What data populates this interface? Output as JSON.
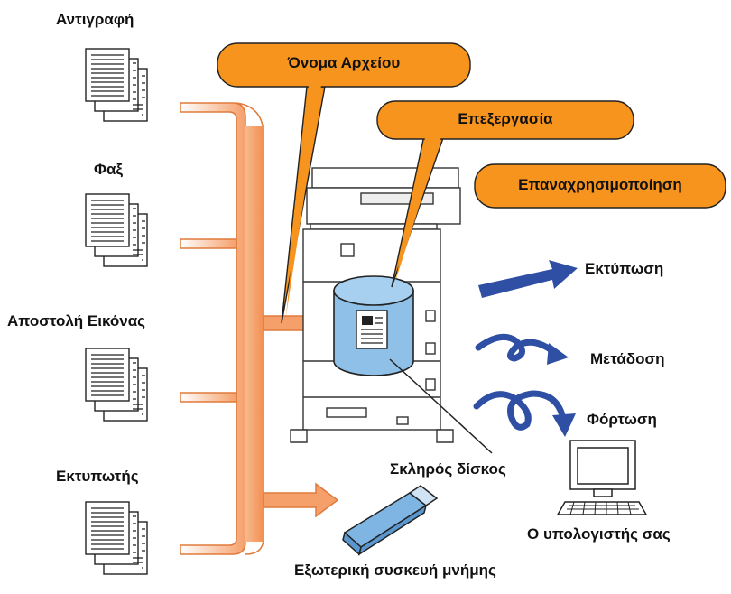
{
  "sources": [
    {
      "label": "Αντιγραφή"
    },
    {
      "label": "Φαξ"
    },
    {
      "label": "Αποστολή Εικόνας"
    },
    {
      "label": "Εκτυπωτής"
    }
  ],
  "callouts": {
    "file_name": "Όνομα Αρχείου",
    "processing": "Επεξεργασία",
    "reuse": "Επαναχρησιμοποίηση"
  },
  "outputs": {
    "print": "Εκτύπωση",
    "transmit": "Μετάδοση",
    "download": "Φόρτωση"
  },
  "devices": {
    "hard_disk": "Σκληρός δίσκος",
    "computer": "Ο υπολογιστής σας",
    "external_memory": "Εξωτερική συσκευή μνήμης"
  },
  "colors": {
    "callout_orange": "#f7941d",
    "flow_orange": "#f5a06a",
    "arrow_blue": "#2e4fa3",
    "disk_blue": "#8ec0e8",
    "usb_blue": "#7fb5e3"
  }
}
